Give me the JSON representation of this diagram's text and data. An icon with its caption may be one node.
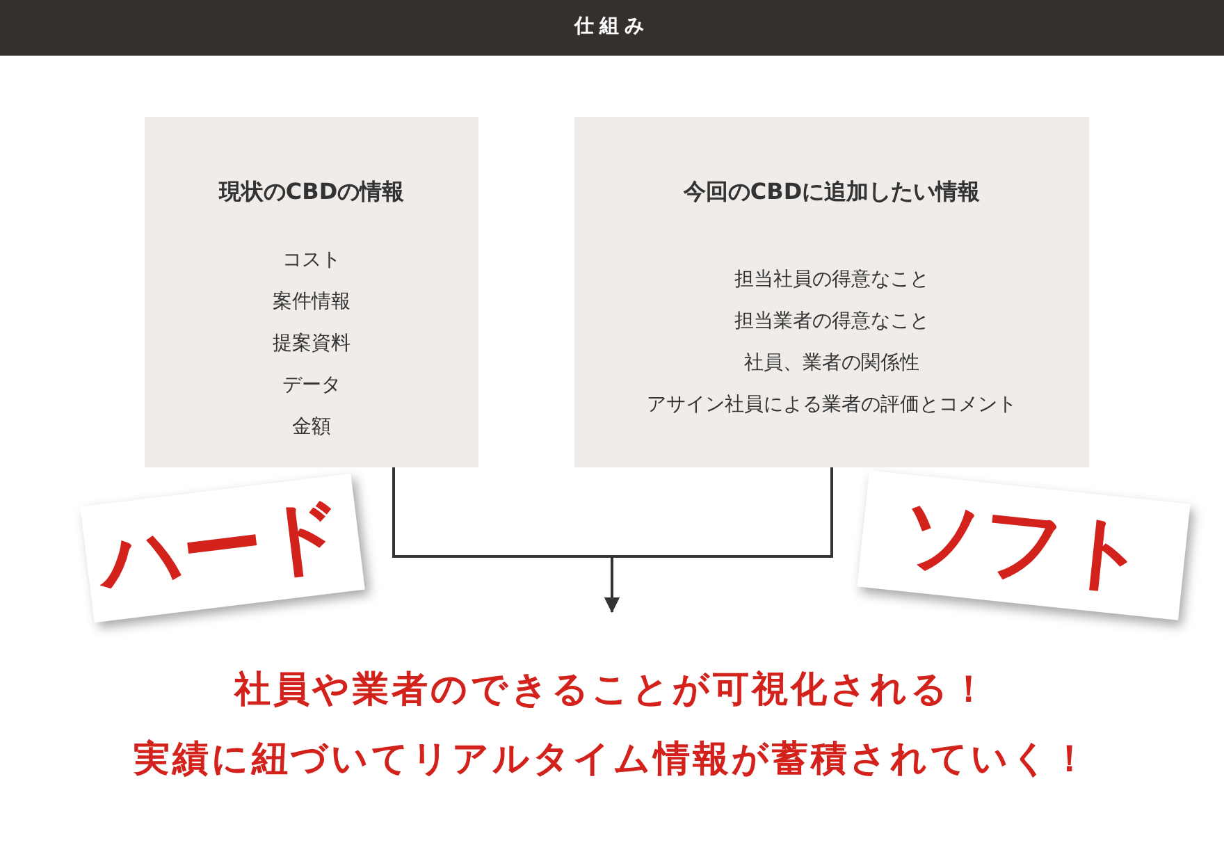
{
  "diagram": {
    "title": "仕組み",
    "nodes": [
      {
        "text": [
          "現状のCBDの情報",
          "コスト",
          "案件情報",
          "提案資料",
          "データ",
          "金額"
        ]
      },
      {
        "text": [
          "今回のCBDに追加したい情報",
          "担当社員の得意なこと",
          "担当業者の得意なこと",
          "社員、業者の関係性",
          "アサイン社員による業者の評価とコメント"
        ]
      },
      {
        "text": [
          "ハード"
        ]
      },
      {
        "text": [
          "ソフト"
        ]
      },
      {
        "text": [
          "社員や業者のできることが可視化される！",
          "実績に紐づいてリアルタイム情報が蓄積されていく！"
        ]
      }
    ],
    "edges": [
      {
        "from": 0,
        "to": 4,
        "arrow": "to"
      },
      {
        "from": 1,
        "to": 4,
        "arrow": "to"
      }
    ]
  }
}
